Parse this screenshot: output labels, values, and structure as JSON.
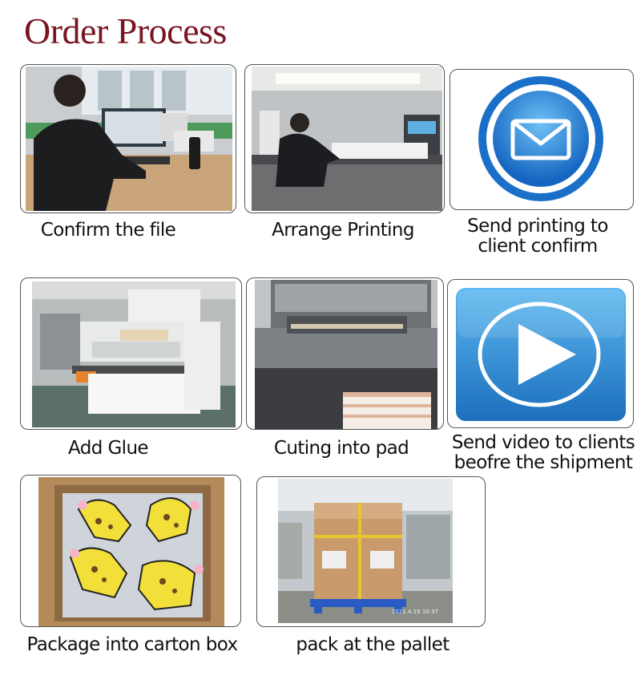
{
  "page": {
    "title": "Order Process"
  },
  "steps": [
    {
      "caption": "Confirm the file"
    },
    {
      "caption": "Arrange Printing"
    },
    {
      "caption_line1": "Send printing to",
      "caption_line2": "client confirm"
    },
    {
      "caption": "Add Glue"
    },
    {
      "caption": "Cuting into pad"
    },
    {
      "caption_line1": "Send video to clients",
      "caption_line2": "beofre the shipment"
    },
    {
      "caption": "Package into carton box"
    },
    {
      "caption": "pack at the pallet",
      "photo_stamp": "2021.4.19 10:37"
    }
  ],
  "colors": {
    "title": "#7a1420",
    "email_blue": "#1e88d8",
    "play_blue": "#2a8fd8"
  },
  "icons": [
    "envelope-icon",
    "play-icon"
  ]
}
